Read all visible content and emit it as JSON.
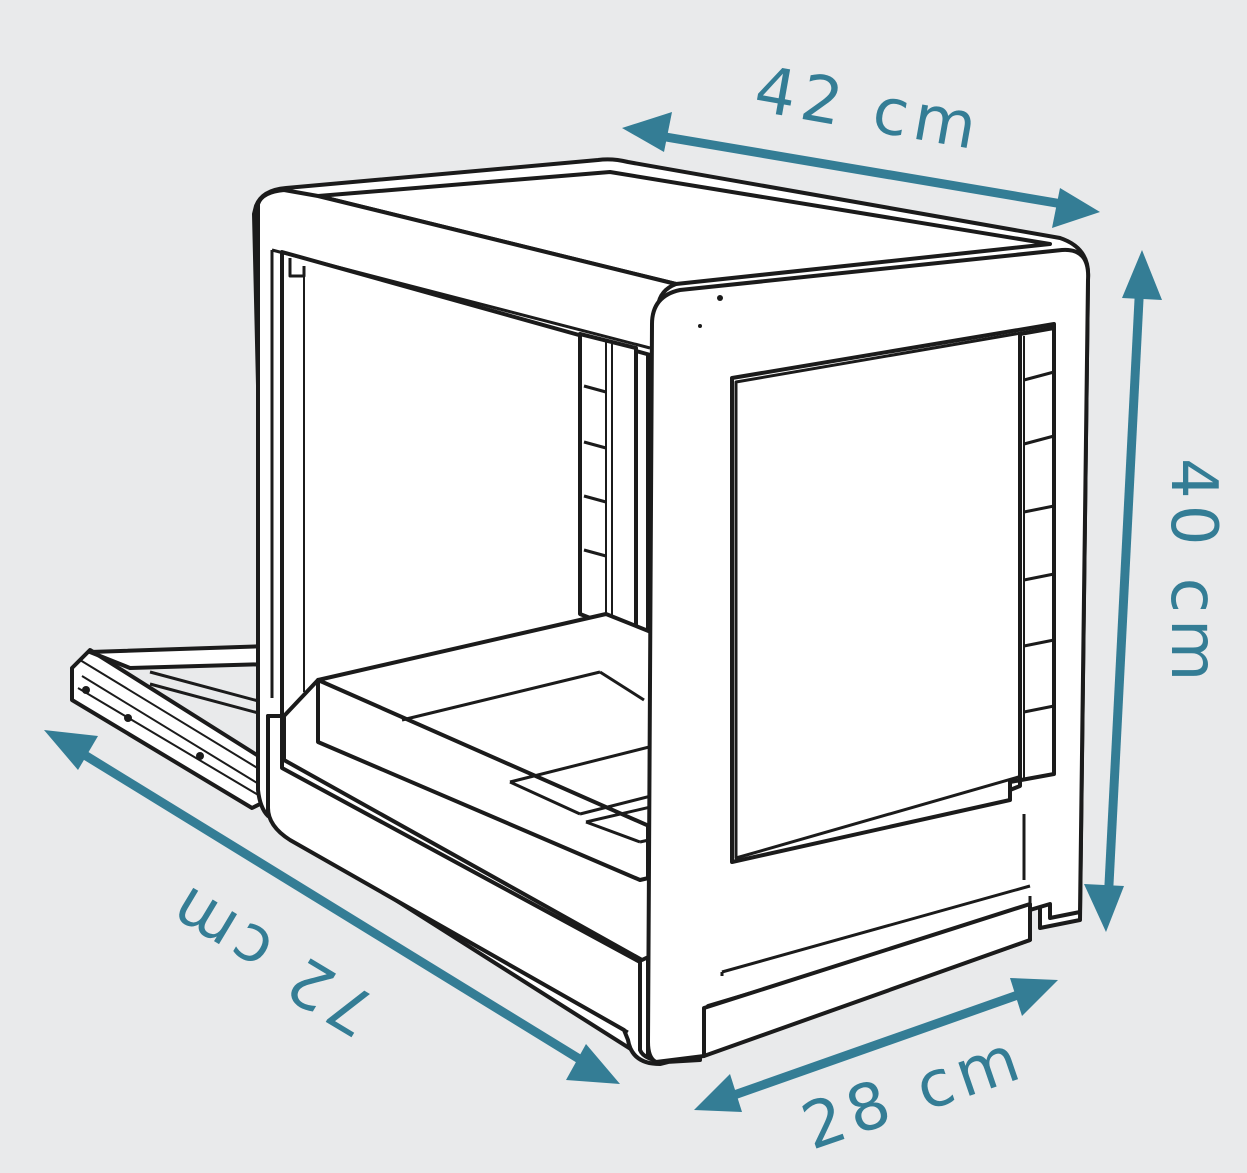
{
  "colors": {
    "background": "#e9eaeb",
    "accent": "#347d95",
    "outline": "#1b1b1b",
    "panel": "#ffffff"
  },
  "dimensions": {
    "width": "42 cm",
    "height": "40 cm",
    "length": "72 cm",
    "depth": "28 cm"
  }
}
